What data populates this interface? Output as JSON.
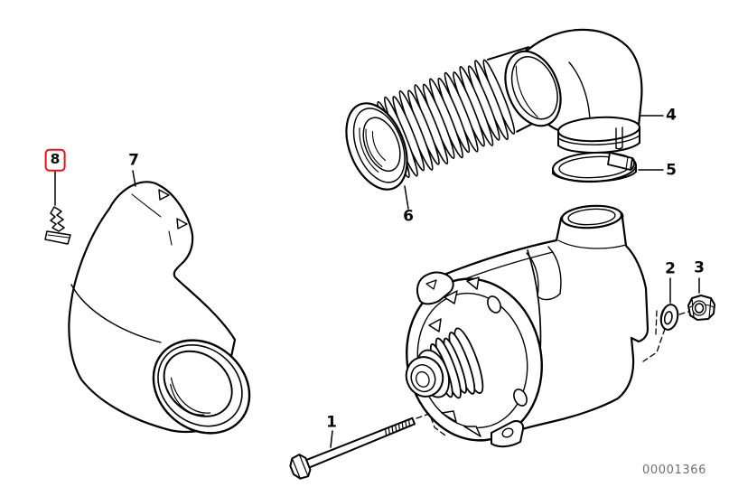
{
  "diagram": {
    "type": "exploded-parts-diagram",
    "drawing_number": "00001366",
    "callouts": [
      {
        "label": "1",
        "part": "hex-bolt",
        "boxed": false
      },
      {
        "label": "2",
        "part": "washer",
        "boxed": false
      },
      {
        "label": "3",
        "part": "hex-nut",
        "boxed": false
      },
      {
        "label": "4",
        "part": "elbow-air-duct",
        "boxed": false
      },
      {
        "label": "5",
        "part": "hose-clamp",
        "boxed": false
      },
      {
        "label": "6",
        "part": "corrugated-hose",
        "boxed": false
      },
      {
        "label": "7",
        "part": "air-intake-duct",
        "boxed": false
      },
      {
        "label": "8",
        "part": "retaining-clip",
        "boxed": true
      }
    ],
    "colors": {
      "line": "#000000",
      "background": "#ffffff",
      "highlight_box_border": "#ea1010",
      "drawing_number_text": "#6e6e6e"
    }
  }
}
